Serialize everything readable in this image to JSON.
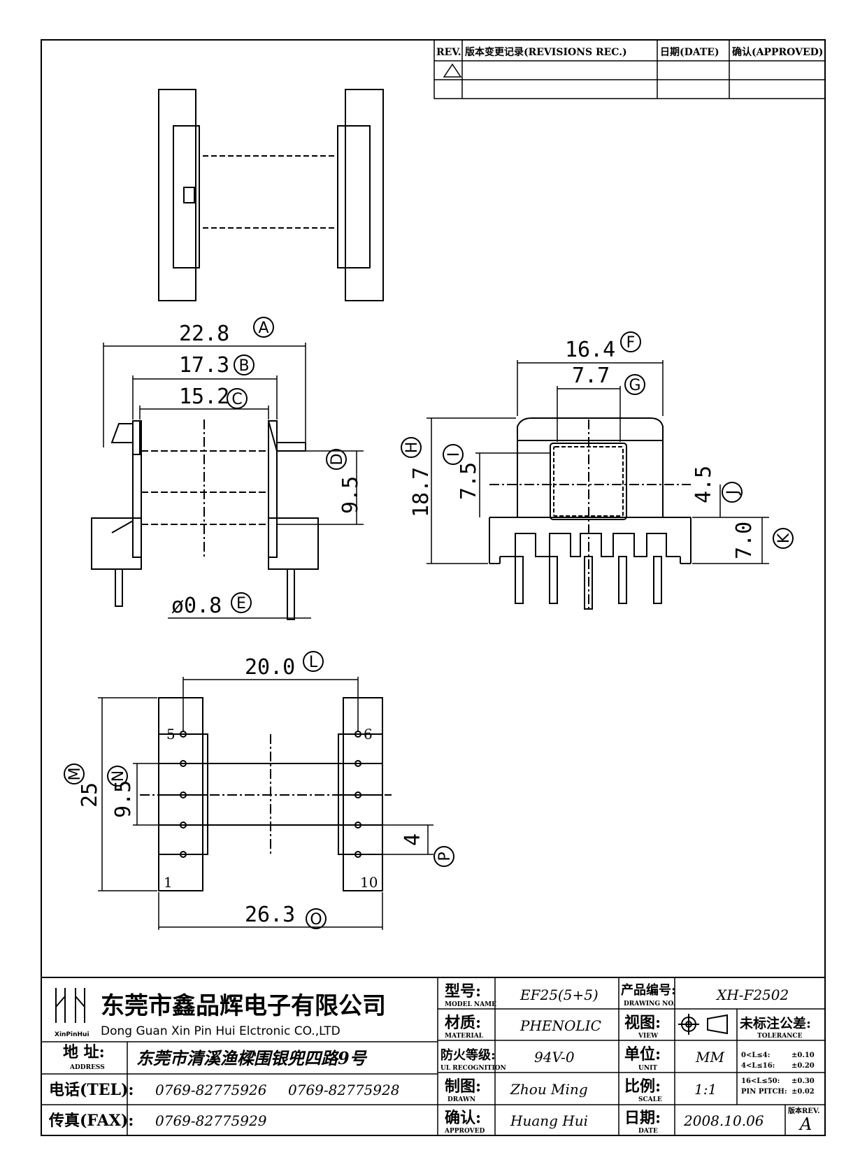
{
  "revision_block": {
    "headers": [
      "REV.",
      "版本变更记录(REVISIONS REC.)",
      "日期(DATE)",
      "确认(APPROVED)"
    ]
  },
  "dimensions": {
    "A": "22.8",
    "B": "17.3",
    "C": "15.2",
    "D": "9.5",
    "E": "ø0.8",
    "F": "16.4",
    "G": "7.7",
    "H": "18.7",
    "I": "7.5",
    "J": "4.5",
    "K": "7.0",
    "L": "20.0",
    "M": "25",
    "N": "9.5",
    "O": "26.3",
    "P": "4"
  },
  "dimension_letters": [
    "A",
    "B",
    "C",
    "D",
    "E",
    "F",
    "G",
    "H",
    "I",
    "J",
    "K",
    "L",
    "M",
    "N",
    "O",
    "P"
  ],
  "pin_numbers": [
    "5",
    "6",
    "1",
    "10"
  ],
  "title_block": {
    "company_cn": "东莞市鑫品辉电子有限公司",
    "company_en": "Dong Guan Xin Pin Hui Elctronic CO.,LTD",
    "logo_text": "XinPinHui",
    "address_label": "地 址:",
    "address_label_en": "ADDRESS",
    "address": "东莞市清溪渔樑围银兜四路9号",
    "tel_label": "电话(TEL):",
    "tel_1": "0769-82775926",
    "tel_2": "0769-82775928",
    "fax_label": "传真(FAX):",
    "fax": "0769-82775929",
    "model_label": "型号:",
    "model_label_en": "MODEL NAME",
    "model": "EF25(5+5)",
    "material_label": "材质:",
    "material_label_en": "MATERIAL",
    "material": "PHENOLIC",
    "flame_label": "防火等级:",
    "flame_label_en": "UL RECOGNITION",
    "flame": "94V-0",
    "drawn_label": "制图:",
    "drawn_label_en": "DRAWN",
    "drawn": "Zhou Ming",
    "approved_label": "确认:",
    "approved_label_en": "APPROVED",
    "approved": "Huang Hui",
    "drawing_no_label": "产品编号:",
    "drawing_no_label_en": "DRAWING NO.",
    "drawing_no": "XH-F2502",
    "view_label": "视图:",
    "view_label_en": "VIEW",
    "unit_label": "单位:",
    "unit_label_en": "UNIT",
    "unit": "MM",
    "scale_label": "比例:",
    "scale_label_en": "SCALE",
    "scale": "1:1",
    "date_label": "日期:",
    "date_label_en": "DATE",
    "date": "2008.10.06",
    "tolerance_label": "未标注公差:",
    "tolerance_label_en": "TOLERANCE",
    "tolerances": [
      {
        "range": "0<L≤4:",
        "value": "±0.10"
      },
      {
        "range": "4<L≤16:",
        "value": "±0.20"
      },
      {
        "range": "16<L≤50:",
        "value": "±0.30"
      },
      {
        "range": "PIN PITCH:",
        "value": "±0.02"
      }
    ],
    "rev_label": "版本REV.",
    "rev": "A"
  }
}
